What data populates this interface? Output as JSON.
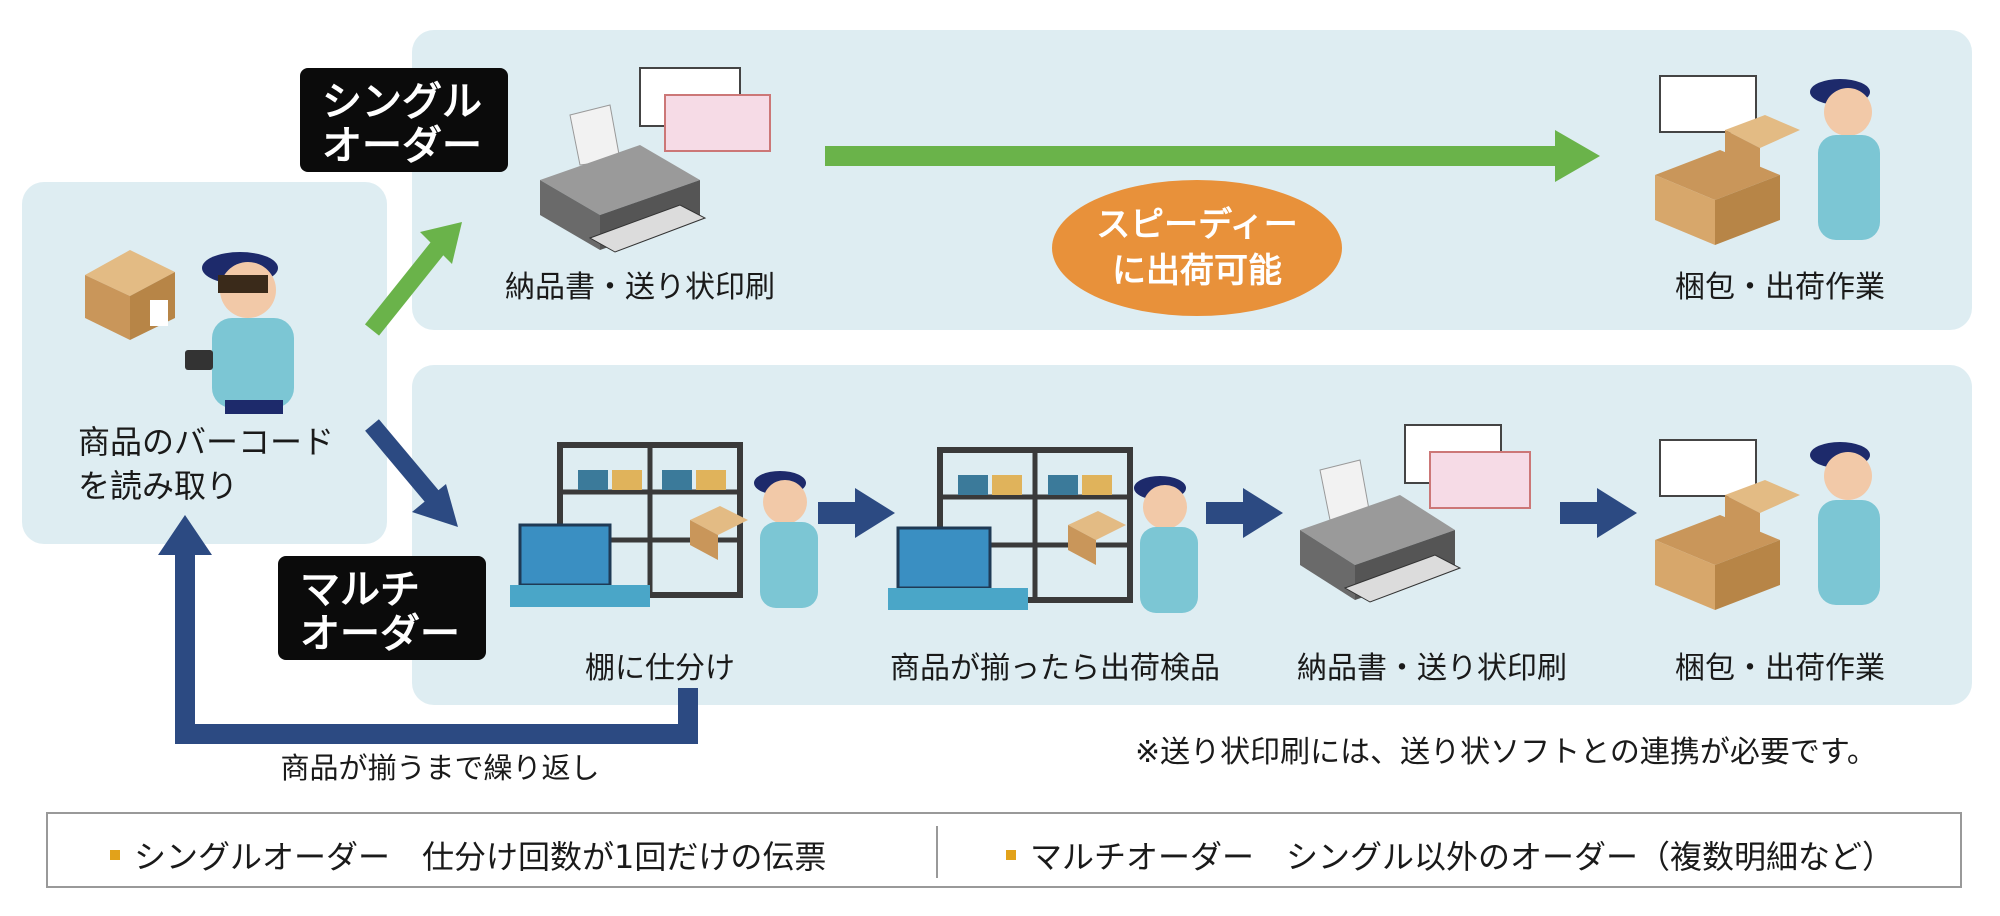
{
  "single_tag": "シングル\nオーダー",
  "multi_tag": "マルチ\nオーダー",
  "scan_label_line1": "商品のバーコード",
  "scan_label_line2": "を読み取り",
  "single_steps": {
    "print": "納品書・送り状印刷",
    "pack": "梱包・出荷作業"
  },
  "speedy_line1": "スピーディー",
  "speedy_line2": "に出荷可能",
  "multi_steps": {
    "sort": "棚に仕分け",
    "inspect": "商品が揃ったら出荷検品",
    "print": "納品書・送り状印刷",
    "pack": "梱包・出荷作業"
  },
  "repeat_label": "商品が揃うまで繰り返し",
  "note": "※送り状印刷には、送り状ソフトとの連携が必要です。",
  "legend": {
    "single": "シングルオーダー　仕分け回数が1回だけの伝票",
    "multi": "マルチオーダー　シングル以外のオーダー（複数明細など）"
  },
  "colors": {
    "panel": "#deedf2",
    "green_arrow": "#6ab34a",
    "navy_arrow": "#2c4a82",
    "speedy": "#e8913a"
  }
}
